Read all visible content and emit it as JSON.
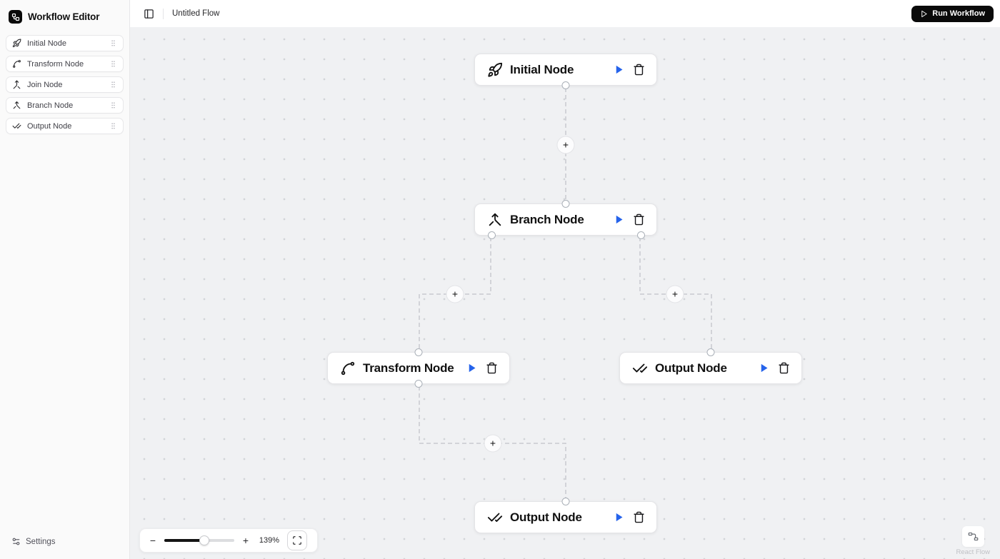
{
  "app_title": "Workflow Editor",
  "topbar": {
    "flow_name": "Untitled Flow",
    "run_button_label": "Run Workflow"
  },
  "sidebar": {
    "items": [
      {
        "label": "Initial Node",
        "icon": "rocket-icon"
      },
      {
        "label": "Transform Node",
        "icon": "spline-icon"
      },
      {
        "label": "Join Node",
        "icon": "merge-icon"
      },
      {
        "label": "Branch Node",
        "icon": "split-icon"
      },
      {
        "label": "Output Node",
        "icon": "check-check-icon"
      }
    ],
    "settings_label": "Settings"
  },
  "canvas": {
    "nodes": [
      {
        "id": "initial",
        "label": "Initial Node",
        "icon": "rocket-icon"
      },
      {
        "id": "branch",
        "label": "Branch Node",
        "icon": "split-icon"
      },
      {
        "id": "transform",
        "label": "Transform Node",
        "icon": "spline-icon"
      },
      {
        "id": "output-1",
        "label": "Output Node",
        "icon": "check-check-icon"
      },
      {
        "id": "output-2",
        "label": "Output Node",
        "icon": "check-check-icon"
      }
    ],
    "plus_button_label": "+"
  },
  "controls": {
    "zoom_out_label": "−",
    "zoom_in_label": "+",
    "zoom_level": "139%"
  },
  "attribution": "React Flow",
  "colors": {
    "accent_blue": "#2563eb",
    "run_button_bg": "#0a0a0a",
    "canvas_bg": "#f0f1f3",
    "edge": "#c7c9cf",
    "node_border": "#e4e4e7"
  }
}
